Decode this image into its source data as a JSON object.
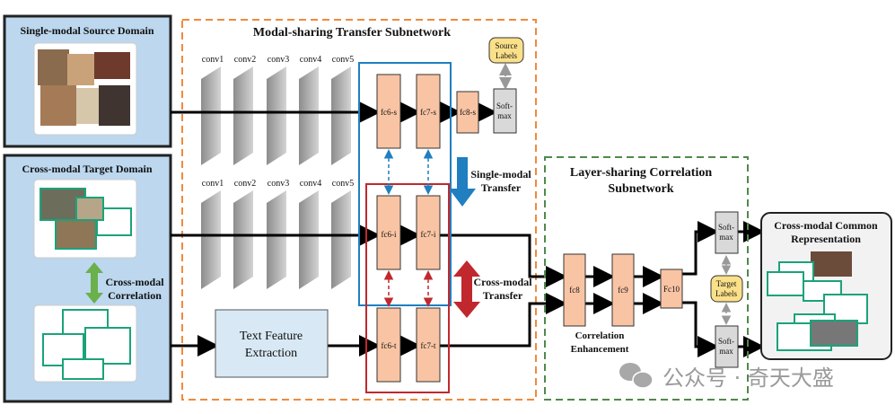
{
  "source_domain": {
    "title": "Single-modal Source Domain"
  },
  "target_domain": {
    "title": "Cross-modal Target Domain",
    "correlation_label": [
      "Cross-modal",
      "Correlation"
    ]
  },
  "modal_sharing": {
    "title": "Modal-sharing Transfer Subnetwork",
    "conv_labels": [
      "conv1",
      "conv2",
      "conv3",
      "conv4",
      "conv5"
    ],
    "fc_source": [
      "fc6-s",
      "fc7-s",
      "fc8-s"
    ],
    "fc_image": [
      "fc6-i",
      "fc7-i"
    ],
    "fc_text": [
      "fc6-t",
      "fc7-t"
    ],
    "softmax": [
      "Soft-",
      "max"
    ],
    "source_labels": [
      "Source",
      "Labels"
    ],
    "text_feature": [
      "Text Feature",
      "Extraction"
    ],
    "single_transfer": [
      "Single-modal",
      "Transfer"
    ],
    "cross_transfer": [
      "Cross-modal",
      "Transfer"
    ]
  },
  "layer_sharing": {
    "title": [
      "Layer-sharing Correlation",
      "Subnetwork"
    ],
    "fc": [
      "fc8",
      "fc9",
      "Fc10"
    ],
    "enhancement": [
      "Correlation",
      "Enhancement"
    ],
    "target_labels": [
      "Target",
      "Labels"
    ],
    "softmax": [
      "Soft-",
      "max"
    ]
  },
  "common_repr": {
    "title": [
      "Cross-modal Common",
      "Representation"
    ]
  },
  "watermark": {
    "text": "公众号 · 奇天大盛"
  },
  "colors": {
    "fc": "#f9c4a4",
    "softmax": "#d9d9d9",
    "labels": "#fbe08a",
    "orange_box": "#f08a3c",
    "green_box": "#4f8a4a",
    "blue_box": "#1f7fc0",
    "red_box": "#c0282d",
    "panel": "#bcd7ee"
  }
}
